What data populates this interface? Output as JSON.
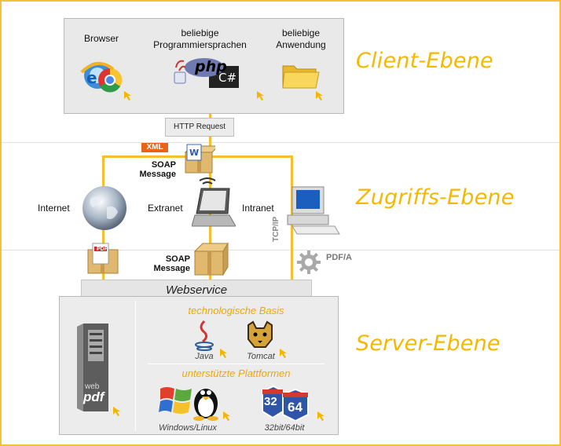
{
  "client_tier": {
    "label": "Client-Ebene",
    "items": [
      {
        "label": "Browser",
        "icon": "browser-icon"
      },
      {
        "label": "beliebige\nProgrammiersprachen",
        "icon": "programming-languages-icon",
        "php_text": "php",
        "csharp_text": "C#"
      },
      {
        "label": "beliebige\nAnwendung",
        "icon": "folder-icon"
      }
    ]
  },
  "http_request": "HTTP Request",
  "xml_badge": "XML",
  "access_tier": {
    "label": "Zugriffs-Ebene",
    "soap_top": "SOAP\nMessage",
    "soap_bottom": "SOAP\nMessage",
    "internet": "Internet",
    "extranet": "Extranet",
    "intranet": "Intranet",
    "tcpip": "TCP/IP",
    "pdfa": "PDF/A",
    "pdf_doc_text": "PDF"
  },
  "webservice": "Webservice",
  "server_tier": {
    "label": "Server-Ebene",
    "tech_basis": "technologische Basis",
    "java": "Java",
    "tomcat": "Tomcat",
    "platforms": "unterstützte Plattformen",
    "windows_linux": "Windows/Linux",
    "bits": "32bit/64bit",
    "web_text": "web",
    "pdf_text": "pdf",
    "num32": "32",
    "num64": "64"
  },
  "colors": {
    "accent": "#f5b800",
    "connector": "#f5c02f",
    "panel": "#e9e9e9"
  }
}
